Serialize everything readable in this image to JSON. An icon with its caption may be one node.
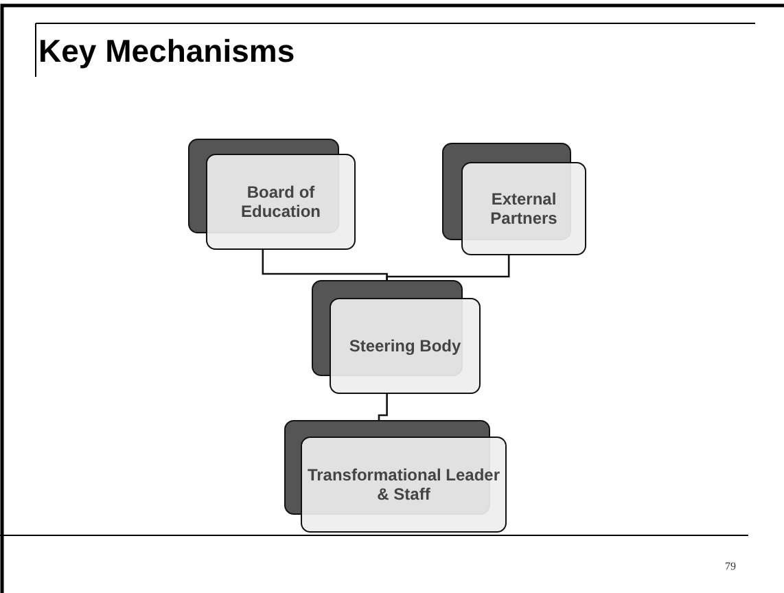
{
  "diagram": {
    "title": "Key Mechanisms",
    "nodes": [
      {
        "text": [
          "Board of Education"
        ]
      },
      {
        "text": [
          "External Partners"
        ]
      },
      {
        "text": [
          "Steering Body"
        ]
      },
      {
        "text": [
          "Transformational Leader & Staff"
        ]
      }
    ],
    "edges": [
      {
        "from": 0,
        "to": 2,
        "arrow": "none"
      },
      {
        "from": 1,
        "to": 2,
        "arrow": "none"
      },
      {
        "from": 2,
        "to": 3,
        "arrow": "none"
      }
    ],
    "labels": [
      "79"
    ]
  }
}
